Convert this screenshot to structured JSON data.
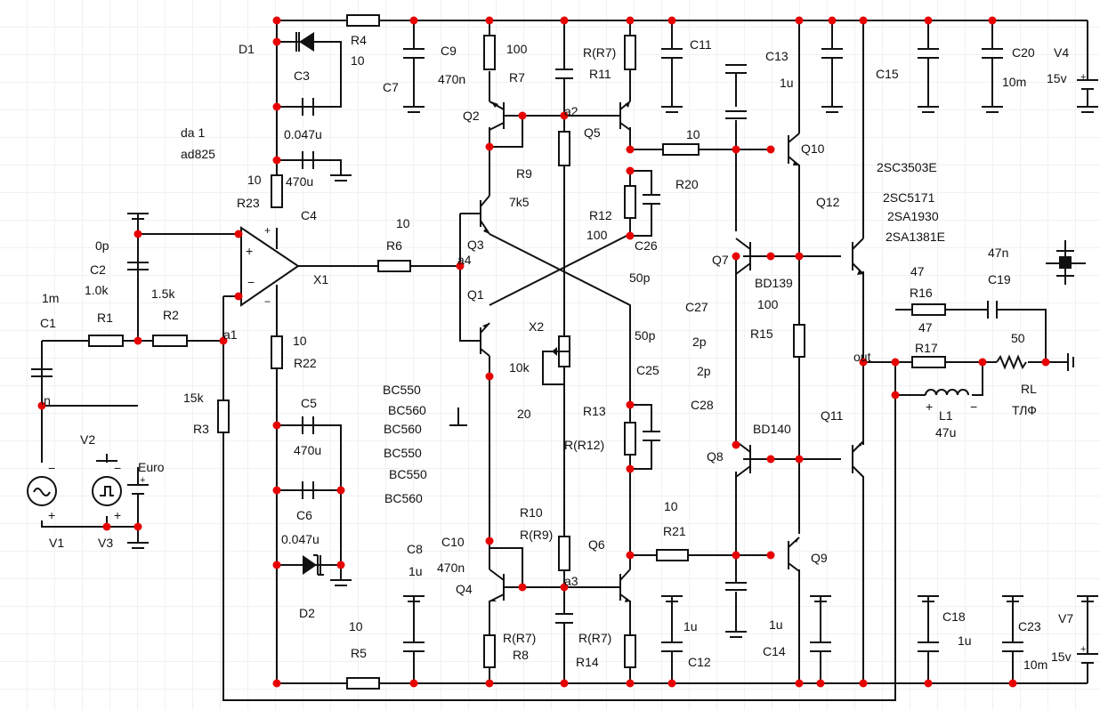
{
  "colors": {
    "wire": "#111111",
    "node": "#e60000",
    "grid": "#f1f1f1"
  },
  "labels": [
    {
      "id": "D1",
      "t": "D1"
    },
    {
      "id": "R4",
      "t": "R4"
    },
    {
      "id": "R4v",
      "t": "10"
    },
    {
      "id": "C3",
      "t": "C3"
    },
    {
      "id": "C3v",
      "t": "0.047u"
    },
    {
      "id": "C9",
      "t": "C9"
    },
    {
      "id": "C9v",
      "t": "470n"
    },
    {
      "id": "C7",
      "t": "C7"
    },
    {
      "id": "R7v",
      "t": "100"
    },
    {
      "id": "R7",
      "t": "R7"
    },
    {
      "id": "R11v",
      "t": "R(R7)"
    },
    {
      "id": "R11",
      "t": "R11"
    },
    {
      "id": "C11",
      "t": "C11"
    },
    {
      "id": "C13",
      "t": "C13"
    },
    {
      "id": "C13v",
      "t": "1u"
    },
    {
      "id": "C15",
      "t": "C15"
    },
    {
      "id": "C20",
      "t": "C20"
    },
    {
      "id": "C20v",
      "t": "10m"
    },
    {
      "id": "V4",
      "t": "V4"
    },
    {
      "id": "V4v",
      "t": "15v"
    },
    {
      "id": "Q2",
      "t": "Q2"
    },
    {
      "id": "a2",
      "t": "a2"
    },
    {
      "id": "Q5",
      "t": "Q5"
    },
    {
      "id": "da1",
      "t": "da 1"
    },
    {
      "id": "ad825",
      "t": "ad825"
    },
    {
      "id": "C4v",
      "t": "470u"
    },
    {
      "id": "C4",
      "t": "C4"
    },
    {
      "id": "R23v",
      "t": "10"
    },
    {
      "id": "R23",
      "t": "R23"
    },
    {
      "id": "R9",
      "t": "R9"
    },
    {
      "id": "R9v",
      "t": "7k5"
    },
    {
      "id": "R10o",
      "t": "10"
    },
    {
      "id": "Q10",
      "t": "Q10"
    },
    {
      "id": "R20",
      "t": "R20"
    },
    {
      "id": "R12",
      "t": "R12"
    },
    {
      "id": "R12v",
      "t": "100"
    },
    {
      "id": "C26",
      "t": "C26"
    },
    {
      "id": "t3503",
      "t": "2SC3503E"
    },
    {
      "id": "t5171",
      "t": "2SC5171"
    },
    {
      "id": "t1930",
      "t": "2SA1930"
    },
    {
      "id": "t1381",
      "t": "2SA1381E"
    },
    {
      "id": "Q12",
      "t": "Q12"
    },
    {
      "id": "C2v",
      "t": "0p"
    },
    {
      "id": "C2",
      "t": "C2"
    },
    {
      "id": "R1v",
      "t": "1.0k"
    },
    {
      "id": "R2v",
      "t": "1.5k"
    },
    {
      "id": "R6v",
      "t": "10"
    },
    {
      "id": "R6",
      "t": "R6"
    },
    {
      "id": "a4",
      "t": "a4"
    },
    {
      "id": "Q3",
      "t": "Q3"
    },
    {
      "id": "X1",
      "t": "X1"
    },
    {
      "id": "Q1",
      "t": "Q1"
    },
    {
      "id": "C1v",
      "t": "1m"
    },
    {
      "id": "C1",
      "t": "C1"
    },
    {
      "id": "R1",
      "t": "R1"
    },
    {
      "id": "R2",
      "t": "R2"
    },
    {
      "id": "a1",
      "t": "a1"
    },
    {
      "id": "Q7",
      "t": "Q7"
    },
    {
      "id": "BD139",
      "t": "BD139"
    },
    {
      "id": "R15v",
      "t": "100"
    },
    {
      "id": "R15",
      "t": "R15"
    },
    {
      "id": "C27",
      "t": "C27"
    },
    {
      "id": "p50a",
      "t": "50p"
    },
    {
      "id": "p50b",
      "t": "50p"
    },
    {
      "id": "R16v",
      "t": "47"
    },
    {
      "id": "R16",
      "t": "R16"
    },
    {
      "id": "C19v",
      "t": "47n"
    },
    {
      "id": "C19",
      "t": "C19"
    },
    {
      "id": "R17v",
      "t": "47"
    },
    {
      "id": "R17",
      "t": "R17"
    },
    {
      "id": "RLv",
      "t": "50"
    },
    {
      "id": "out",
      "t": "out"
    },
    {
      "id": "RL",
      "t": "RL"
    },
    {
      "id": "TLF",
      "t": "ТЛФ"
    },
    {
      "id": "L1",
      "t": "L1"
    },
    {
      "id": "L1v",
      "t": "47u"
    },
    {
      "id": "R22v",
      "t": "10"
    },
    {
      "id": "R22",
      "t": "R22"
    },
    {
      "id": "X2",
      "t": "X2"
    },
    {
      "id": "p2a",
      "t": "2p"
    },
    {
      "id": "p2b",
      "t": "2p"
    },
    {
      "id": "R3v",
      "t": "15k"
    },
    {
      "id": "R3",
      "t": "R3"
    },
    {
      "id": "in",
      "t": "in"
    },
    {
      "id": "BC550a",
      "t": "BC550"
    },
    {
      "id": "BC560a",
      "t": "BC560"
    },
    {
      "id": "BC560b",
      "t": "BC560"
    },
    {
      "id": "BC550b",
      "t": "BC550"
    },
    {
      "id": "BC550c",
      "t": "BC550"
    },
    {
      "id": "BC560c",
      "t": "BC560"
    },
    {
      "id": "k10",
      "t": "10k"
    },
    {
      "id": "C25",
      "t": "C25"
    },
    {
      "id": "C28",
      "t": "C28"
    },
    {
      "id": "V2",
      "t": "V2"
    },
    {
      "id": "Euro",
      "t": "Euro"
    },
    {
      "id": "R13v",
      "t": "20"
    },
    {
      "id": "R13",
      "t": "R13"
    },
    {
      "id": "R14v",
      "t": "R(R12)"
    },
    {
      "id": "C5",
      "t": "C5"
    },
    {
      "id": "C5v",
      "t": "470u"
    },
    {
      "id": "Q11",
      "t": "Q11"
    },
    {
      "id": "BD140",
      "t": "BD140"
    },
    {
      "id": "Q8",
      "t": "Q8"
    },
    {
      "id": "C6",
      "t": "C6"
    },
    {
      "id": "C6v",
      "t": "0.047u"
    },
    {
      "id": "R10",
      "t": "R10"
    },
    {
      "id": "R10v",
      "t": "R(R9)"
    },
    {
      "id": "R21v",
      "t": "10"
    },
    {
      "id": "R21",
      "t": "R21"
    },
    {
      "id": "Q6",
      "t": "Q6"
    },
    {
      "id": "Q9",
      "t": "Q9"
    },
    {
      "id": "V1",
      "t": "V1"
    },
    {
      "id": "V3",
      "t": "V3"
    },
    {
      "id": "C8",
      "t": "C8"
    },
    {
      "id": "C8v",
      "t": "1u"
    },
    {
      "id": "C10",
      "t": "C10"
    },
    {
      "id": "C10v",
      "t": "470n"
    },
    {
      "id": "D2",
      "t": "D2"
    },
    {
      "id": "Q4",
      "t": "Q4"
    },
    {
      "id": "a3",
      "t": "a3"
    },
    {
      "id": "R8v",
      "t": "R(R7)"
    },
    {
      "id": "R8",
      "t": "R8"
    },
    {
      "id": "R14b",
      "t": "R(R7)"
    },
    {
      "id": "R14",
      "t": "R14"
    },
    {
      "id": "C12v",
      "t": "1u"
    },
    {
      "id": "C12",
      "t": "C12"
    },
    {
      "id": "C14v",
      "t": "1u"
    },
    {
      "id": "C14",
      "t": "C14"
    },
    {
      "id": "R5v",
      "t": "10"
    },
    {
      "id": "R5",
      "t": "R5"
    },
    {
      "id": "C18",
      "t": "C18"
    },
    {
      "id": "C18v",
      "t": "1u"
    },
    {
      "id": "C23",
      "t": "C23"
    },
    {
      "id": "C23v",
      "t": "10m"
    },
    {
      "id": "V7",
      "t": "V7"
    },
    {
      "id": "V7v",
      "t": "15v"
    }
  ]
}
